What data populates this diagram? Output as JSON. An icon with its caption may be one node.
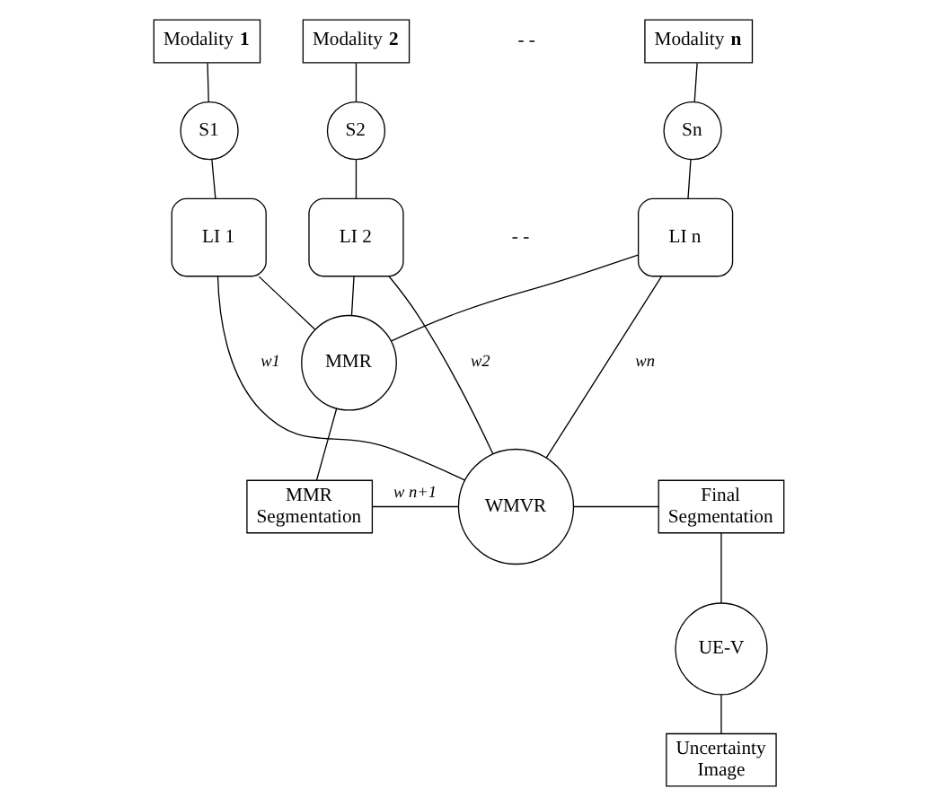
{
  "diagram": {
    "nodes": [
      {
        "text": [
          "Modality **1**"
        ]
      },
      {
        "text": [
          "Modality **2**"
        ]
      },
      {
        "text": [
          "Modality **n**"
        ]
      },
      {
        "text": [
          "S1"
        ]
      },
      {
        "text": [
          "S2"
        ]
      },
      {
        "text": [
          "Sn"
        ]
      },
      {
        "text": [
          "LI 1"
        ]
      },
      {
        "text": [
          "LI 2"
        ]
      },
      {
        "text": [
          "LI n"
        ]
      },
      {
        "text": [
          "MMR"
        ]
      },
      {
        "text": [
          "WMVR"
        ]
      },
      {
        "text": [
          "Final Segmentation"
        ]
      },
      {
        "text": [
          "MMR Segmentation"
        ]
      },
      {
        "text": [
          "UE-V"
        ]
      },
      {
        "text": [
          "Uncertainty Image"
        ]
      }
    ],
    "edges": [
      {
        "from": 0,
        "to": 3,
        "arrow": "none"
      },
      {
        "from": 1,
        "to": 4,
        "arrow": "none"
      },
      {
        "from": 2,
        "to": 5,
        "arrow": "none"
      },
      {
        "from": 3,
        "to": 6,
        "arrow": "none"
      },
      {
        "from": 4,
        "to": 7,
        "arrow": "none"
      },
      {
        "from": 5,
        "to": 8,
        "arrow": "none"
      },
      {
        "from": 6,
        "to": 10,
        "arrow": "none",
        "label": "w1"
      },
      {
        "from": 7,
        "to": 10,
        "arrow": "none",
        "label": "w2"
      },
      {
        "from": 8,
        "to": 10,
        "arrow": "none",
        "label": "wn"
      },
      {
        "from": 6,
        "to": 9,
        "arrow": "none"
      },
      {
        "from": 7,
        "to": 9,
        "arrow": "none"
      },
      {
        "from": 8,
        "to": 9,
        "arrow": "none"
      },
      {
        "from": 9,
        "to": 12,
        "arrow": "none"
      },
      {
        "from": 12,
        "to": 10,
        "arrow": "none",
        "label": "w n+1"
      },
      {
        "from": 10,
        "to": 11,
        "arrow": "none"
      },
      {
        "from": 11,
        "to": 13,
        "arrow": "none"
      },
      {
        "from": 13,
        "to": 14,
        "arrow": "none"
      }
    ],
    "labels": [
      "- -",
      "- -"
    ]
  }
}
